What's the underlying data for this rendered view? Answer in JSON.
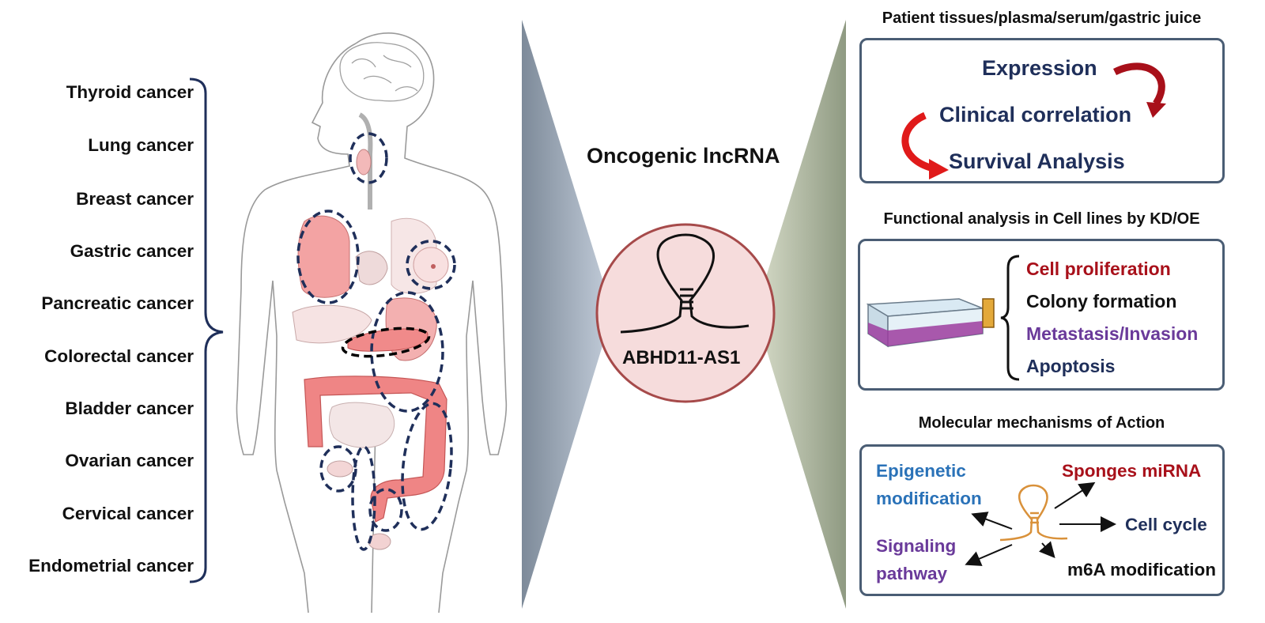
{
  "cancers": [
    "Thyroid cancer",
    "Lung cancer",
    "Breast cancer",
    "Gastric cancer",
    "Pancreatic cancer",
    "Colorectal cancer",
    "Bladder cancer",
    "Ovarian cancer",
    "Cervical cancer",
    "Endometrial cancer"
  ],
  "center": {
    "title": "Oncogenic lncRNA",
    "gene": "ABHD11-AS1"
  },
  "clinical": {
    "title": "Patient tissues/plasma/serum/gastric juice",
    "items": [
      "Expression",
      "Clinical correlation",
      "Survival Analysis"
    ]
  },
  "functional": {
    "title": "Functional analysis in Cell lines by KD/OE",
    "items": [
      "Cell proliferation",
      "Colony formation",
      "Metastasis/Invasion",
      "Apoptosis"
    ]
  },
  "molecular": {
    "title": "Molecular mechanisms of Action",
    "epigenetic_line1": "Epigenetic",
    "epigenetic_line2": "modification",
    "sponges": "Sponges miRNA",
    "cell_cycle": "Cell cycle",
    "signaling_line1": "Signaling",
    "signaling_line2": "pathway",
    "m6a": "m6A modification"
  },
  "colors": {
    "navy": "#1f2f5a",
    "dark_red": "#a8101a",
    "purple": "#6a3a9a",
    "blue": "#2a72b8",
    "box_border": "#4a5d74",
    "organ_pink": "#f08a8a",
    "circle_fill": "#f6dcdc",
    "circle_border": "#a64a4a",
    "rna_orange": "#d9913a"
  }
}
